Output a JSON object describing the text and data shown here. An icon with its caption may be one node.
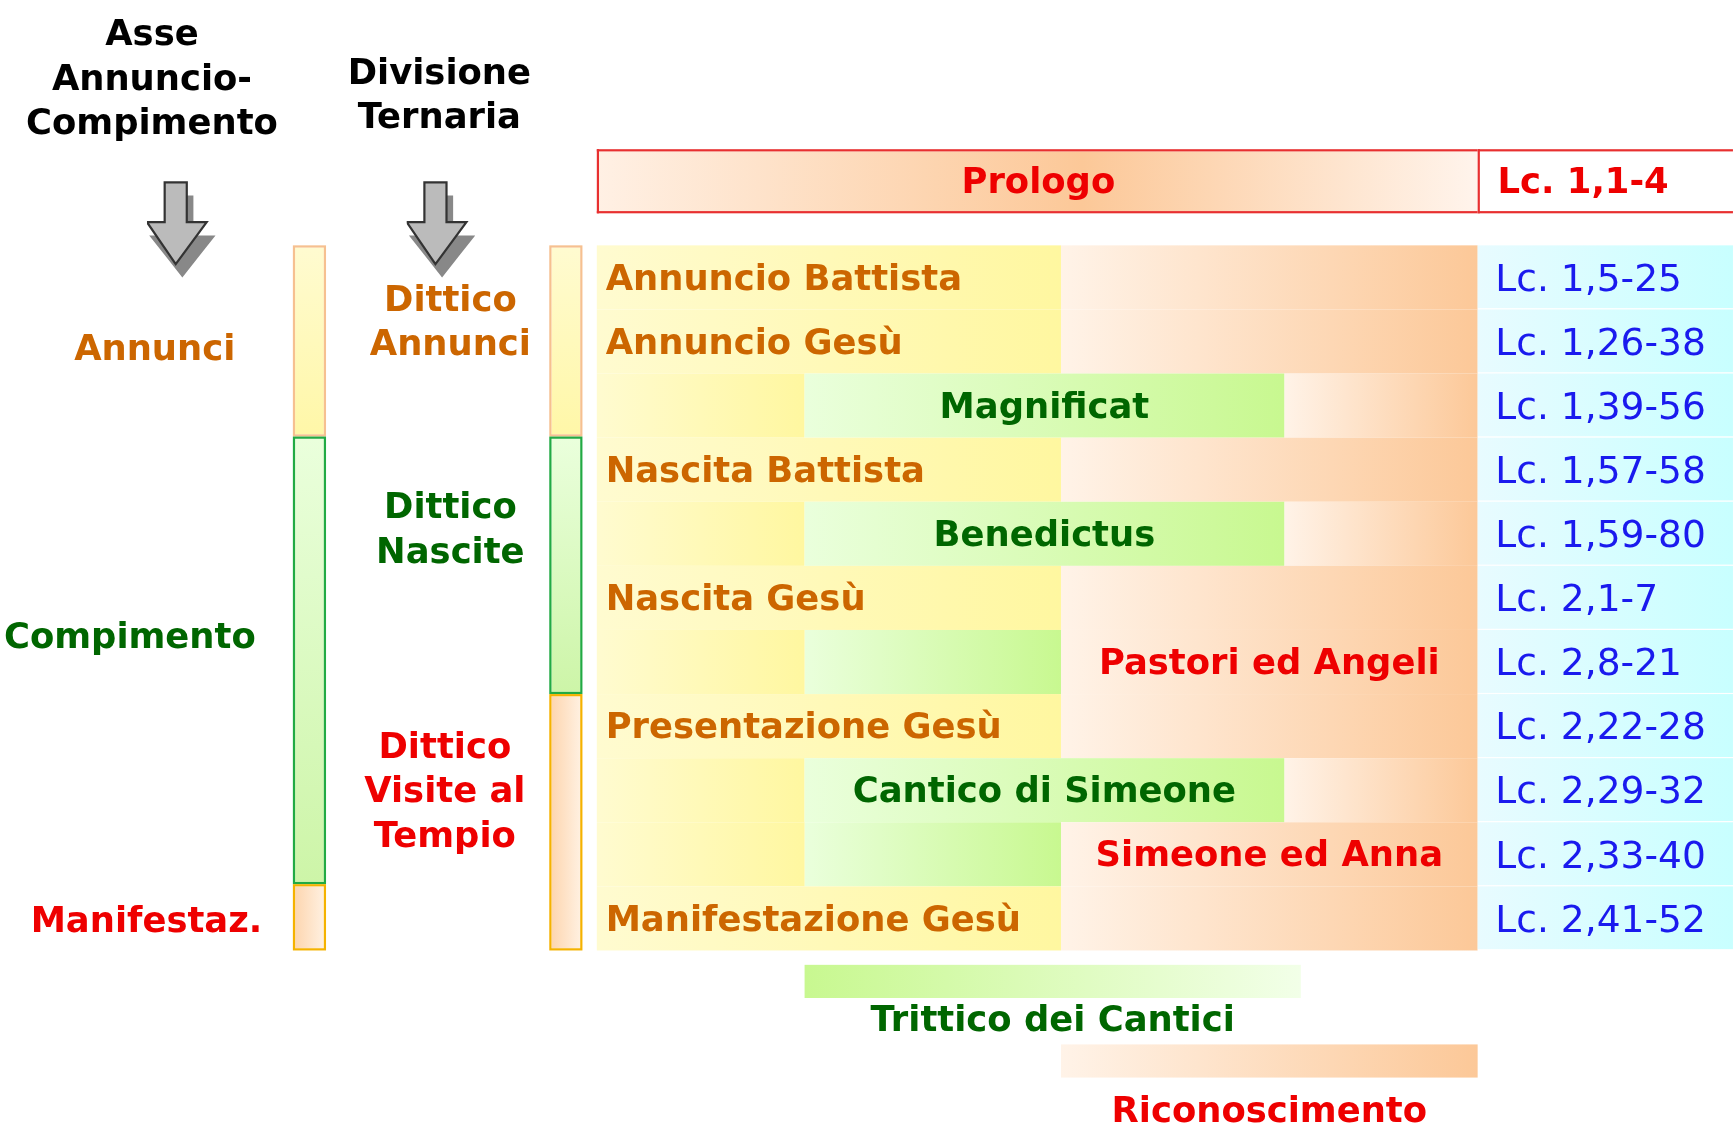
{
  "diagram": {
    "nodes": [
      {
        "text": [
          "Prologo"
        ]
      },
      {
        "text": [
          "Lc. 1,1-4"
        ]
      },
      {
        "text": [
          "Annuncio Battista"
        ]
      },
      {
        "text": [
          "Lc. 1,5-25"
        ]
      },
      {
        "text": [
          "Annuncio Gesù"
        ]
      },
      {
        "text": [
          "Lc. 1,26-38"
        ]
      },
      {
        "text": [
          "Magnificat"
        ]
      },
      {
        "text": [
          "Lc. 1,39-56"
        ]
      },
      {
        "text": [
          "Nascita Battista"
        ]
      },
      {
        "text": [
          "Lc. 1,57-58"
        ]
      },
      {
        "text": [
          "Benedictus"
        ]
      },
      {
        "text": [
          "Lc. 1,59-80"
        ]
      },
      {
        "text": [
          "Nascita Gesù"
        ]
      },
      {
        "text": [
          "Lc. 2,1-7"
        ]
      },
      {
        "text": [
          "Pastori ed Angeli"
        ]
      },
      {
        "text": [
          "Lc. 2,8-21"
        ]
      },
      {
        "text": [
          "Presentazione Gesù"
        ]
      },
      {
        "text": [
          "Lc. 2,22-28"
        ]
      },
      {
        "text": [
          "Cantico di Simeone"
        ]
      },
      {
        "text": [
          "Lc. 2,29-32"
        ]
      },
      {
        "text": [
          "Simeone ed Anna"
        ]
      },
      {
        "text": [
          "Lc. 2,33-40"
        ]
      },
      {
        "text": [
          "Manifestazione Gesù"
        ]
      },
      {
        "text": [
          "Lc. 2,41-52"
        ]
      },
      {
        "text": [
          "Trittico dei Cantici"
        ]
      },
      {
        "text": [
          "Riconoscimento"
        ]
      },
      {
        "text": [],
        "shape": "bar",
        "beside": [
          "Annunci"
        ]
      },
      {
        "text": [],
        "shape": "bar",
        "beside": [
          "Compimento"
        ]
      },
      {
        "text": [],
        "shape": "bar",
        "beside": [
          "Manifestaz."
        ]
      },
      {
        "text": [],
        "shape": "bar",
        "beside": [
          "Dittico Annunci"
        ]
      },
      {
        "text": [],
        "shape": "bar",
        "beside": [
          "Dittico Nascite"
        ]
      },
      {
        "text": [],
        "shape": "bar",
        "beside": [
          "Dittico Visite al Tempio"
        ]
      }
    ],
    "edges": [],
    "labels": [
      "Asse Annuncio-Compimento",
      "Divisione Ternaria"
    ]
  }
}
